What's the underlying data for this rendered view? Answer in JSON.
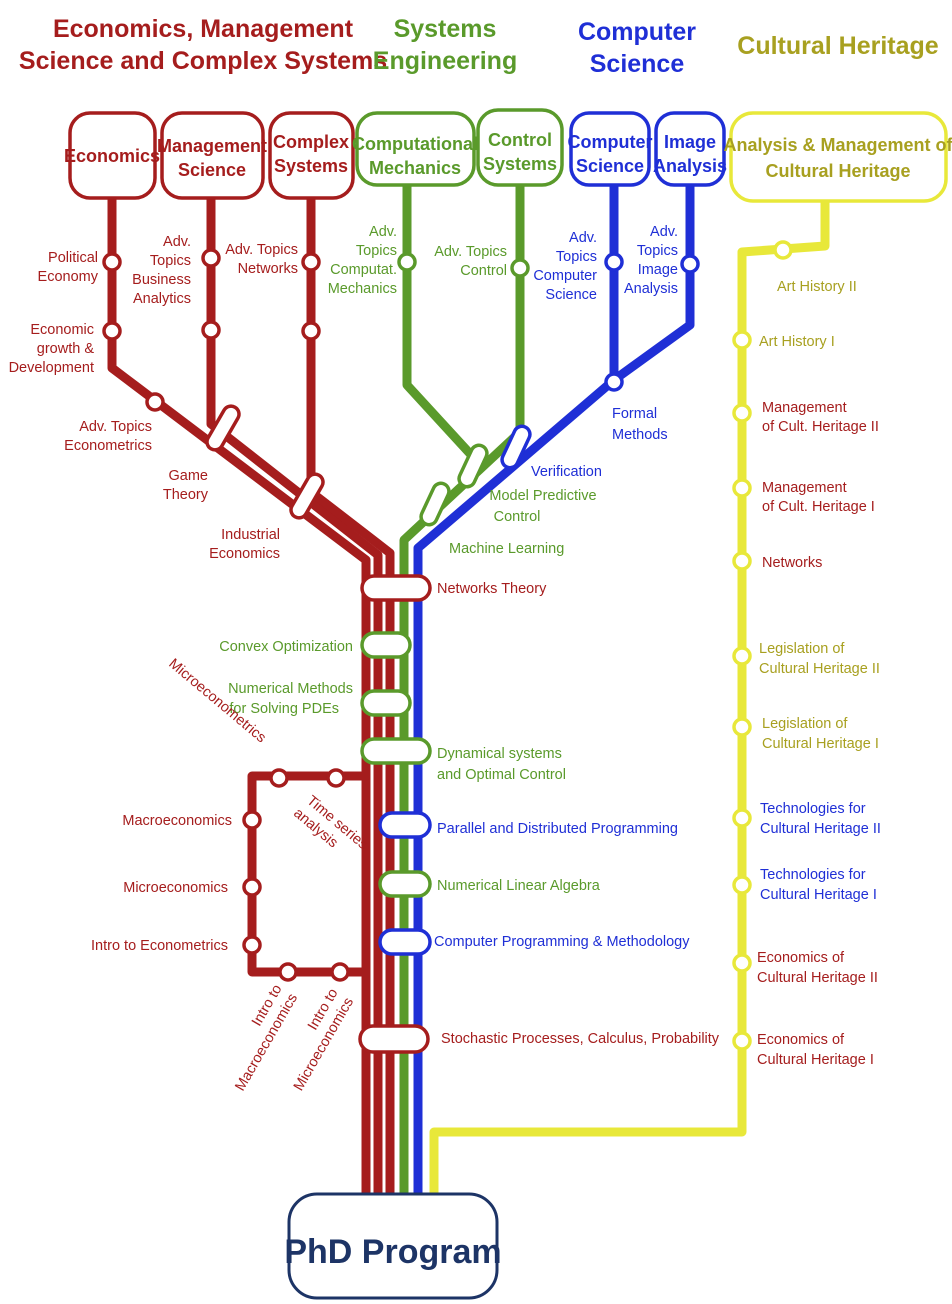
{
  "colors": {
    "economics": "#a51d1d",
    "systems": "#5a9a2b",
    "computer": "#1f2fd6",
    "heritage": "#e8e83a",
    "heritage_text": "#a8a020",
    "phd": "#1d3466"
  },
  "headers": {
    "economics": [
      "Economics, Management",
      "Science and Complex Systems"
    ],
    "systems": [
      "Systems",
      "Engineering"
    ],
    "computer": [
      "Computer",
      "Science"
    ],
    "heritage": [
      "Cultural Heritage"
    ]
  },
  "boxes": {
    "economics": [
      "Economics"
    ],
    "management": [
      "Management",
      "Science"
    ],
    "complex": [
      "Complex",
      "Systems"
    ],
    "mechanics": [
      "Computational",
      "Mechanics"
    ],
    "control": [
      "Control",
      "Systems"
    ],
    "cs": [
      "Computer",
      "Science"
    ],
    "image": [
      "Image",
      "Analysis"
    ],
    "heritage": [
      "Analysis & Management of",
      "Cultural Heritage"
    ]
  },
  "courses": {
    "political_economy": [
      "Political",
      "Economy"
    ],
    "economic_growth": [
      "Economic",
      "growth &",
      "Development"
    ],
    "adv_econometrics": [
      "Adv. Topics",
      "Econometrics"
    ],
    "adv_business": [
      "Adv.",
      "Topics",
      "Business",
      "Analytics"
    ],
    "game_theory": [
      "Game",
      "Theory"
    ],
    "adv_networks": [
      "Adv. Topics",
      "Networks"
    ],
    "industrial_economics": [
      "Industrial",
      "Economics"
    ],
    "adv_mechanics": [
      "Adv.",
      "Topics",
      "Computat.",
      "Mechanics"
    ],
    "adv_control": [
      "Adv. Topics",
      "Control"
    ],
    "adv_cs": [
      "Adv.",
      "Topics",
      "Computer",
      "Science"
    ],
    "adv_image": [
      "Adv.",
      "Topics",
      "Image",
      "Analysis"
    ],
    "formal_methods": [
      "Formal",
      "Methods"
    ],
    "verification": [
      "Verification"
    ],
    "model_predictive": [
      "Model Predictive",
      "Control"
    ],
    "machine_learning": [
      "Machine Learning"
    ],
    "networks_theory": [
      "Networks Theory"
    ],
    "convex_optimization": [
      "Convex Optimization"
    ],
    "numerical_pdes": [
      "Numerical Methods",
      "for Solving PDEs"
    ],
    "dynamical_systems": [
      "Dynamical systems",
      "and Optimal Control"
    ],
    "parallel_programming": [
      "Parallel and Distributed Programming"
    ],
    "numerical_linear_algebra": [
      "Numerical Linear Algebra"
    ],
    "computer_programming": [
      "Computer Programming & Methodology"
    ],
    "stochastic": [
      "Stochastic Processes, Calculus, Probability"
    ],
    "microeconometrics": [
      "Microeconometrics"
    ],
    "time_series": [
      "Time series",
      "analysis"
    ],
    "macroeconomics": [
      "Macroeconomics"
    ],
    "microeconomics": [
      "Microeconomics"
    ],
    "intro_econometrics": [
      "Intro to Econometrics"
    ],
    "intro_macro": [
      "Intro to",
      "Macroeconomics"
    ],
    "intro_micro": [
      "Intro to",
      "Microeconomics"
    ],
    "art_history_2": [
      "Art History II"
    ],
    "art_history_1": [
      "Art History I"
    ],
    "mgmt_heritage_2": [
      "Management",
      "of Cult. Heritage II"
    ],
    "mgmt_heritage_1": [
      "Management",
      "of Cult. Heritage I"
    ],
    "networks_heritage": [
      "Networks"
    ],
    "legislation_2": [
      "Legislation of",
      "Cultural Heritage II"
    ],
    "legislation_1": [
      "Legislation of",
      "Cultural Heritage I"
    ],
    "technologies_2": [
      "Technologies for",
      "Cultural Heritage II"
    ],
    "technologies_1": [
      "Technologies for",
      "Cultural Heritage I"
    ],
    "economics_heritage_2": [
      "Economics of",
      "Cultural Heritage II"
    ],
    "economics_heritage_1": [
      "Economics of",
      "Cultural Heritage I"
    ]
  },
  "phd": {
    "label": "PhD Program"
  }
}
